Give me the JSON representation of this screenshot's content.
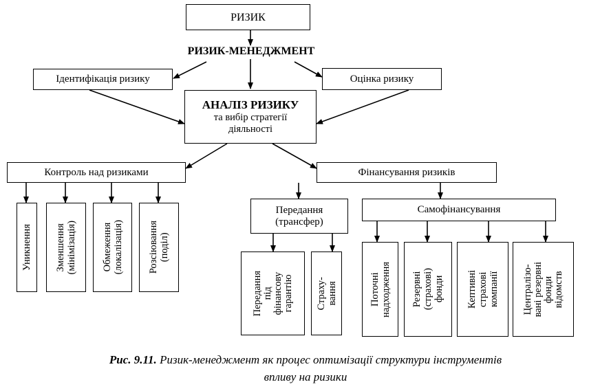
{
  "top": {
    "risk": "РИЗИК",
    "management": "РИЗИК-МЕНЕДЖМЕНТ"
  },
  "identification": "Ідентифікація ризику",
  "assessment": "Оцінка ризику",
  "analysis": {
    "title": "АНАЛІЗ РИЗИКУ",
    "subtitle": "та вибір стратегії\nдіяльності"
  },
  "control": {
    "title": "Контроль над ризиками",
    "items": [
      "Уникнення",
      "Зменшення\n(мінімізація)",
      "Обмеження\n(локалізація)",
      "Розсіювання\n(поділ)"
    ]
  },
  "financing": {
    "title": "Фінансування ризиків",
    "transfer": {
      "title": "Передання\n(трансфер)",
      "items": [
        "Передання\nпід\nфінансову\nгарантію",
        "Страху-\nвання"
      ]
    },
    "self": {
      "title": "Самофінансування",
      "items": [
        "Поточні\nнадходження",
        "Резервні\n(страхові)\nфонди",
        "Кептивні\nстрахові\nкомпанії",
        "Централізо-\nвані резервні\nфонди\nвідомств"
      ]
    }
  },
  "caption": {
    "number": "Рис. 9.11.",
    "text_line1": "Ризик-менеджмент як процес оптимізації структури інструментів",
    "text_line2": "впливу на ризики"
  }
}
